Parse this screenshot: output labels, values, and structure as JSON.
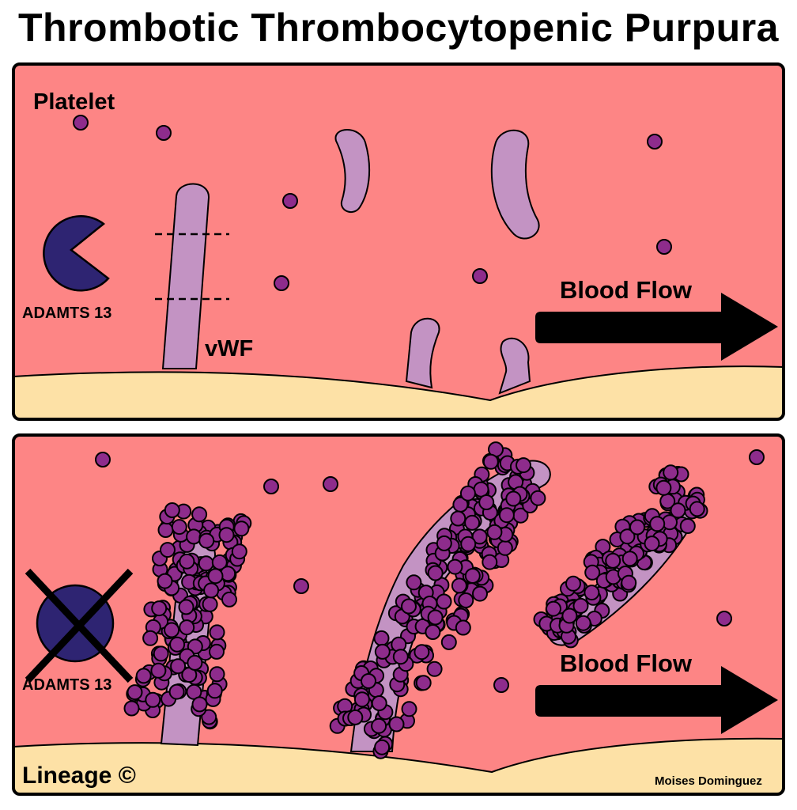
{
  "title": "Thrombotic Thrombocytopenic Purpura",
  "colors": {
    "vessel": "#fd8585",
    "wall": "#fde1a6",
    "vwf": "#c393c3",
    "platelet": "#8e2c8c",
    "enzyme": "#2e2472",
    "outline": "#000000"
  },
  "top_panel": {
    "platelet_label": "Platelet",
    "enzyme_label": "ADAMTS 13",
    "vwf_label": "vWF",
    "flow_label": "Blood Flow"
  },
  "bottom_panel": {
    "enzyme_label": "ADAMTS 13",
    "flow_label": "Blood Flow",
    "lineage_label": "Lineage ©",
    "author_label": "Moises Dominguez"
  }
}
